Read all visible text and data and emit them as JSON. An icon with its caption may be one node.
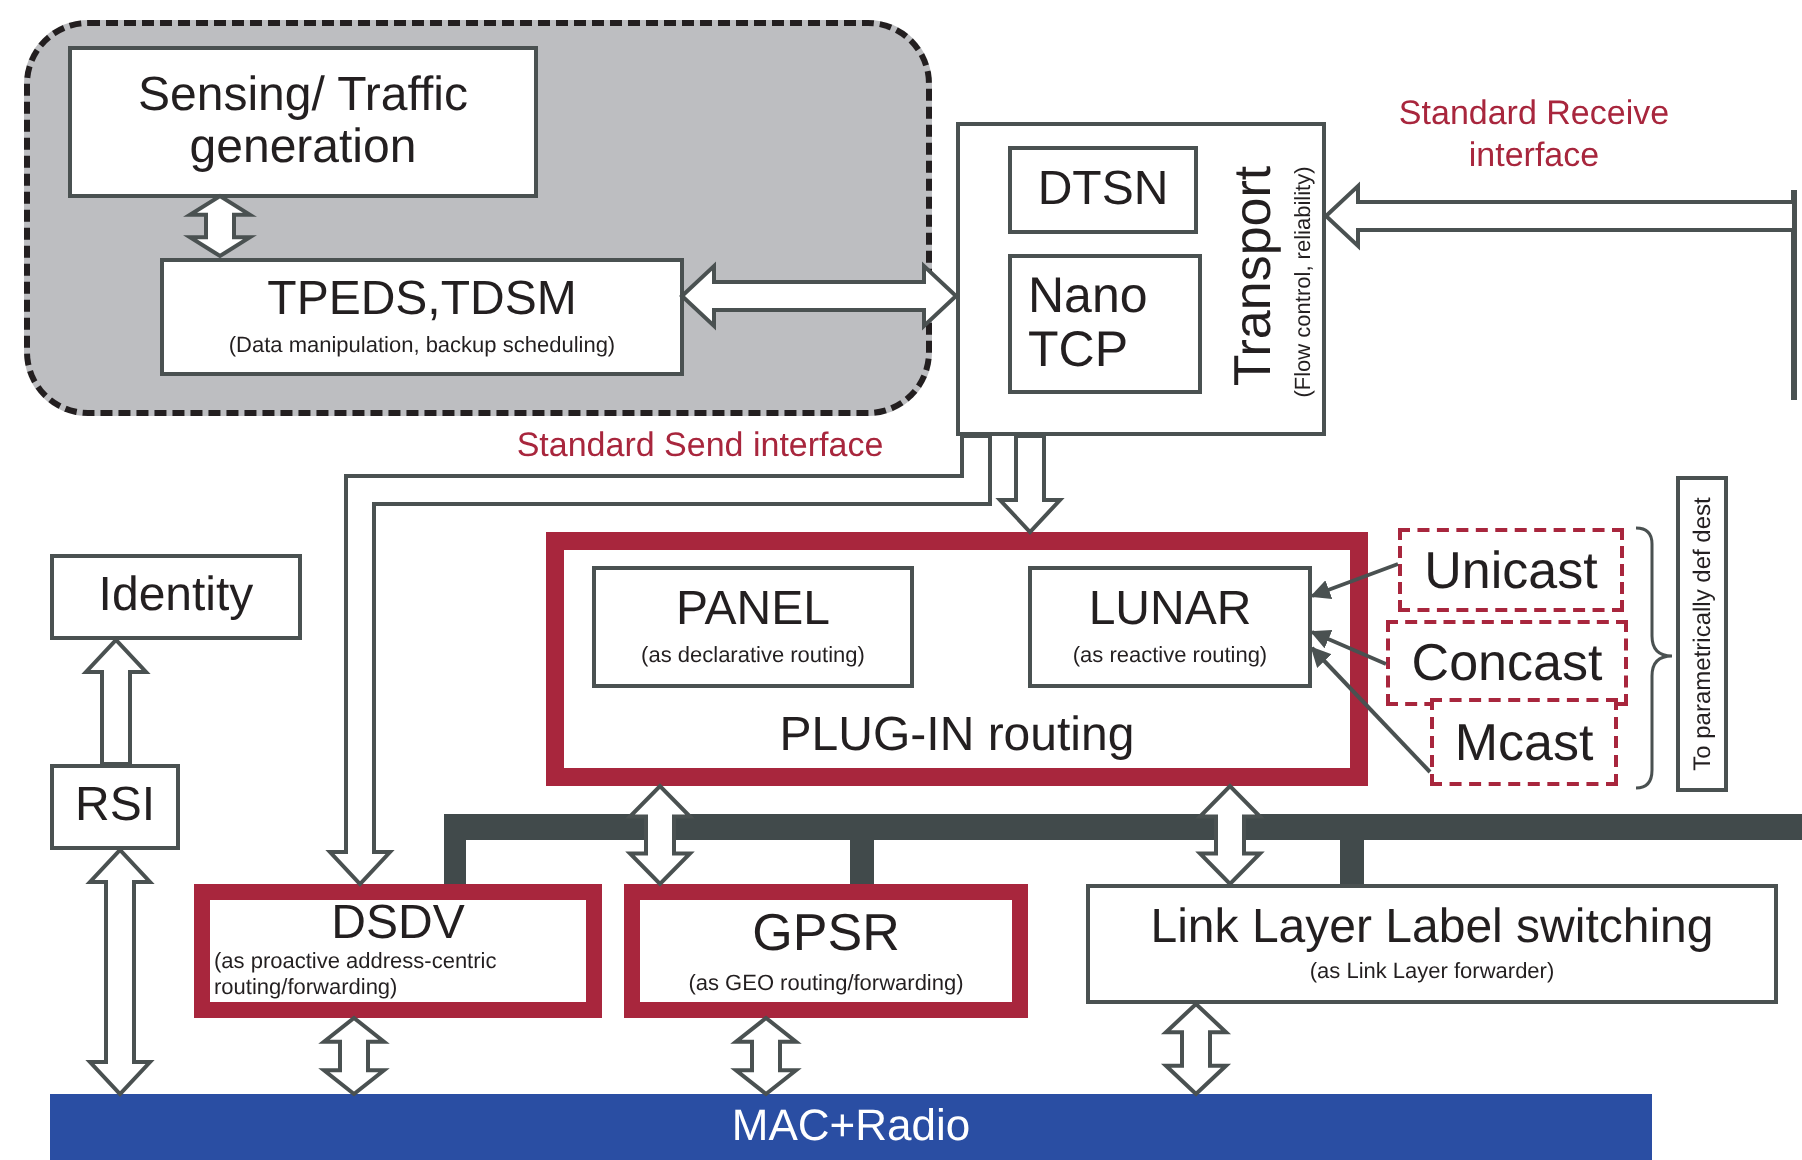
{
  "diagram": {
    "nodes": [
      {
        "text": [],
        "shape": "box"
      },
      {
        "text": [
          "Sensing/ Traffic generation"
        ],
        "in": 0
      },
      {
        "text": [
          "TPEDS,TDSM",
          "(Data manipulation, backup scheduling)"
        ],
        "in": 0
      },
      {
        "text": [
          "Transport",
          "(Flow control, reliability)"
        ]
      },
      {
        "text": [
          "DTSN"
        ],
        "in": 3
      },
      {
        "text": [
          "Nano TCP"
        ],
        "in": 3
      },
      {
        "text": [
          "PLUG-IN routing"
        ]
      },
      {
        "text": [
          "PANEL",
          "(as declarative routing)"
        ],
        "in": 6
      },
      {
        "text": [
          "LUNAR",
          "(as reactive routing)"
        ],
        "in": 6
      },
      {
        "text": [
          "Unicast"
        ]
      },
      {
        "text": [
          "Concast"
        ]
      },
      {
        "text": [
          "Mcast"
        ]
      },
      {
        "text": [
          "To parametrically def dest"
        ]
      },
      {
        "text": [
          "Identity"
        ]
      },
      {
        "text": [
          "RSI"
        ]
      },
      {
        "text": [
          "DSDV",
          "(as proactive address-centric routing/forwarding)"
        ]
      },
      {
        "text": [
          "GPSR",
          "(as GEO routing/forwarding)"
        ]
      },
      {
        "text": [
          "Link Layer Label switching",
          "(as Link Layer forwarder)"
        ]
      },
      {
        "text": [
          "MAC+Radio"
        ]
      },
      {
        "text": [],
        "shape": "bar"
      }
    ],
    "edges": [
      {
        "from": 1,
        "to": 2,
        "arrow": "both"
      },
      {
        "from": 2,
        "to": 3,
        "arrow": "both"
      },
      {
        "from": null,
        "to": 3,
        "arrow": "to",
        "label": "Standard Receive interface"
      },
      {
        "from": 3,
        "to": 6,
        "arrow": "to"
      },
      {
        "from": 3,
        "to": 15,
        "arrow": "to"
      },
      {
        "from": 9,
        "to": 8,
        "arrow": "to"
      },
      {
        "from": 10,
        "to": 8,
        "arrow": "to"
      },
      {
        "from": 11,
        "to": 8,
        "arrow": "to"
      },
      {
        "from": 6,
        "to": 16,
        "arrow": "both"
      },
      {
        "from": 6,
        "to": 17,
        "arrow": "both"
      },
      {
        "from": 14,
        "to": 13,
        "arrow": "to"
      },
      {
        "from": 14,
        "to": 18,
        "arrow": "both"
      },
      {
        "from": 15,
        "to": 18,
        "arrow": "both"
      },
      {
        "from": 16,
        "to": 18,
        "arrow": "both"
      },
      {
        "from": 17,
        "to": 18,
        "arrow": "both"
      }
    ],
    "labels": [
      "Standard Send interface"
    ]
  }
}
